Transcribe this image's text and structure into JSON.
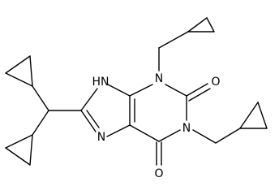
{
  "molecule": {
    "atoms": {
      "n1": "N",
      "n3": "N",
      "n7": "N",
      "n9": "HN",
      "o2": "O",
      "o6": "O"
    }
  },
  "colors": {
    "bond": "#000000",
    "background": "#ffffff"
  }
}
